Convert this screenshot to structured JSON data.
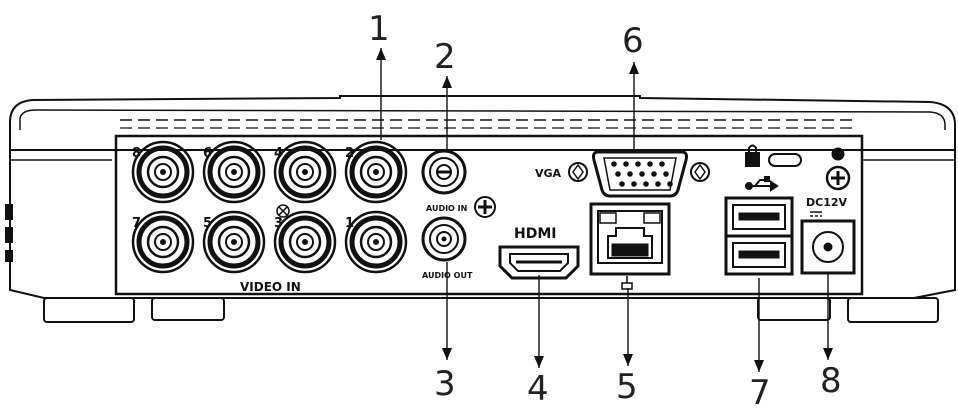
{
  "callouts": [
    "1",
    "2",
    "3",
    "4",
    "5",
    "6",
    "7",
    "8"
  ],
  "bnc_numbers": [
    "8",
    "6",
    "4",
    "2",
    "7",
    "5",
    "3",
    "1"
  ],
  "labels": {
    "video_in": "VIDEO IN",
    "audio_in": "AUDIO IN",
    "audio_out": "AUDIO OUT",
    "hdmi": "HDMI",
    "vga": "VGA",
    "dc": "DC12V"
  },
  "colors": {
    "line": "#111111",
    "text": "#222222"
  }
}
